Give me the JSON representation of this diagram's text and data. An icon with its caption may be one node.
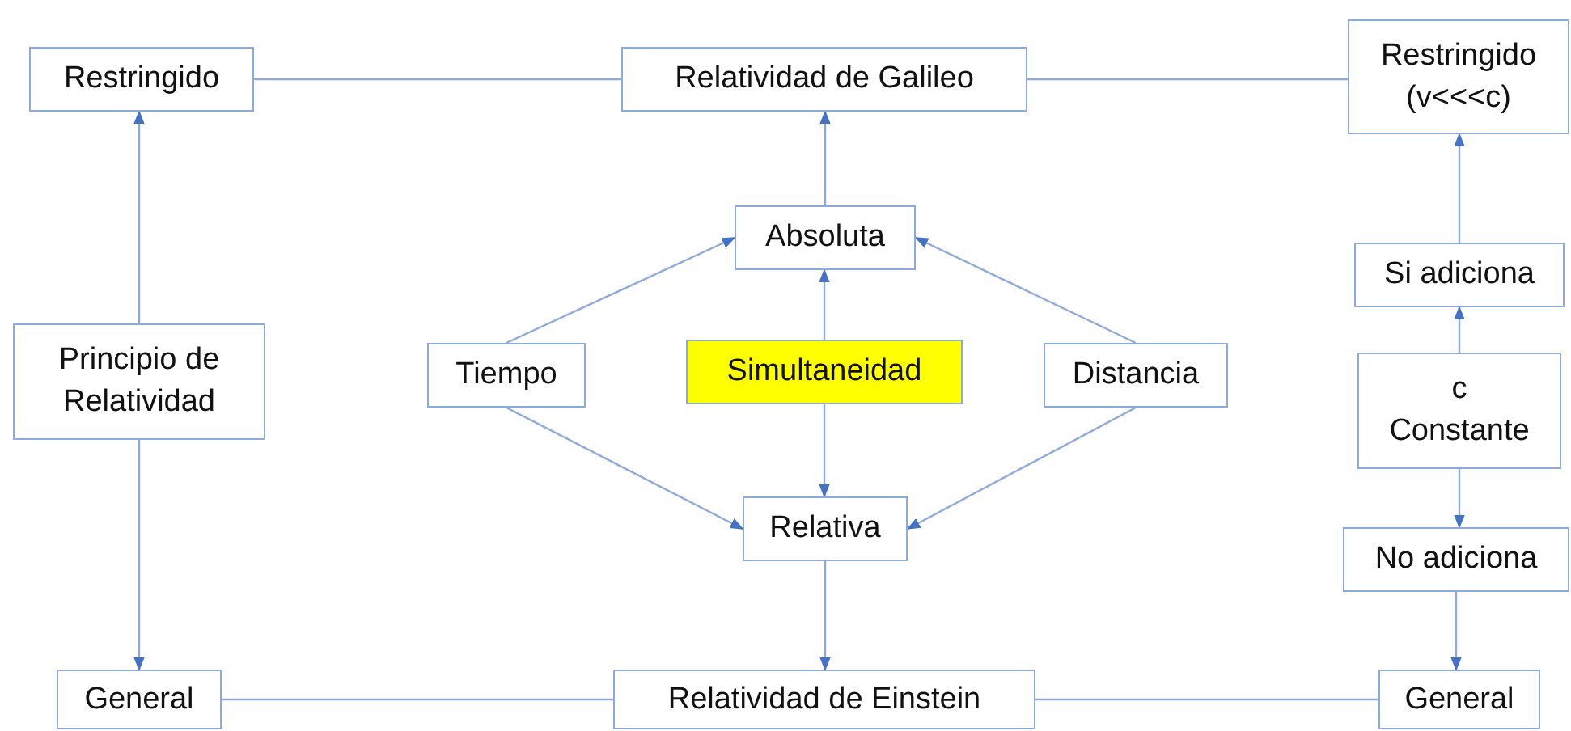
{
  "diagram": {
    "nodes": [
      {
        "text": [
          "Restringido"
        ]
      },
      {
        "text": [
          "Relatividad de Galileo"
        ]
      },
      {
        "text": [
          "Restringido (v<<<c)"
        ]
      },
      {
        "text": [
          "Absoluta"
        ]
      },
      {
        "text": [
          "Si adiciona"
        ]
      },
      {
        "text": [
          "Principio de Relatividad"
        ]
      },
      {
        "text": [
          "Tiempo"
        ]
      },
      {
        "text": [
          "Simultaneidad"
        ]
      },
      {
        "text": [
          "Distancia"
        ]
      },
      {
        "text": [
          "c",
          "Constante"
        ]
      },
      {
        "text": [
          "Relativa"
        ]
      },
      {
        "text": [
          "No adiciona"
        ]
      },
      {
        "text": [
          "General"
        ]
      },
      {
        "text": [
          "Relatividad de Einstein"
        ]
      },
      {
        "text": [
          "General"
        ]
      }
    ],
    "edges": [
      {
        "from": 5,
        "to": 0,
        "arrow": "to"
      },
      {
        "from": 5,
        "to": 12,
        "arrow": "to"
      },
      {
        "from": 0,
        "to": 1,
        "arrow": "none"
      },
      {
        "from": 1,
        "to": 2,
        "arrow": "none"
      },
      {
        "from": 3,
        "to": 1,
        "arrow": "to"
      },
      {
        "from": 7,
        "to": 3,
        "arrow": "to"
      },
      {
        "from": 6,
        "to": 3,
        "arrow": "to"
      },
      {
        "from": 8,
        "to": 3,
        "arrow": "to"
      },
      {
        "from": 7,
        "to": 10,
        "arrow": "to"
      },
      {
        "from": 6,
        "to": 10,
        "arrow": "to"
      },
      {
        "from": 8,
        "to": 10,
        "arrow": "to"
      },
      {
        "from": 10,
        "to": 13,
        "arrow": "to"
      },
      {
        "from": 12,
        "to": 13,
        "arrow": "none"
      },
      {
        "from": 13,
        "to": 14,
        "arrow": "none"
      },
      {
        "from": 4,
        "to": 2,
        "arrow": "to"
      },
      {
        "from": 9,
        "to": 4,
        "arrow": "to"
      },
      {
        "from": 9,
        "to": 11,
        "arrow": "to"
      },
      {
        "from": 11,
        "to": 14,
        "arrow": "to"
      }
    ]
  }
}
